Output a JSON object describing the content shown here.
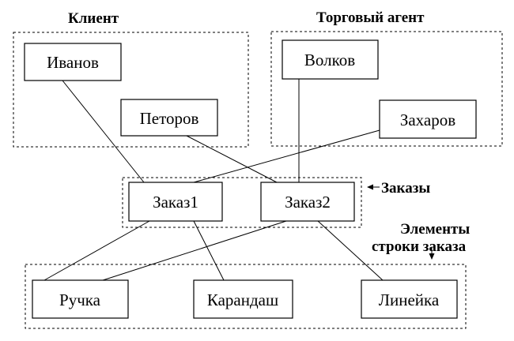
{
  "groups": {
    "client": {
      "label": "Клиент"
    },
    "agent": {
      "label": "Торговый агент"
    },
    "orders": {
      "label": "Заказы"
    },
    "items": {
      "label_line1": "Элементы",
      "label_line2": "строки заказа"
    }
  },
  "nodes": {
    "ivanov": "Иванов",
    "petorov": "Петоров",
    "volkov": "Волков",
    "zakharov": "Захаров",
    "order1": "Заказ1",
    "order2": "Заказ2",
    "pen": "Ручка",
    "pencil": "Карандаш",
    "ruler": "Линейка"
  },
  "edges": [
    [
      "ivanov",
      "order1"
    ],
    [
      "petorov",
      "order2"
    ],
    [
      "zakharov",
      "order1"
    ],
    [
      "volkov",
      "order2"
    ],
    [
      "order1",
      "pen"
    ],
    [
      "order1",
      "pencil"
    ],
    [
      "order2",
      "pen"
    ],
    [
      "order2",
      "ruler"
    ]
  ]
}
